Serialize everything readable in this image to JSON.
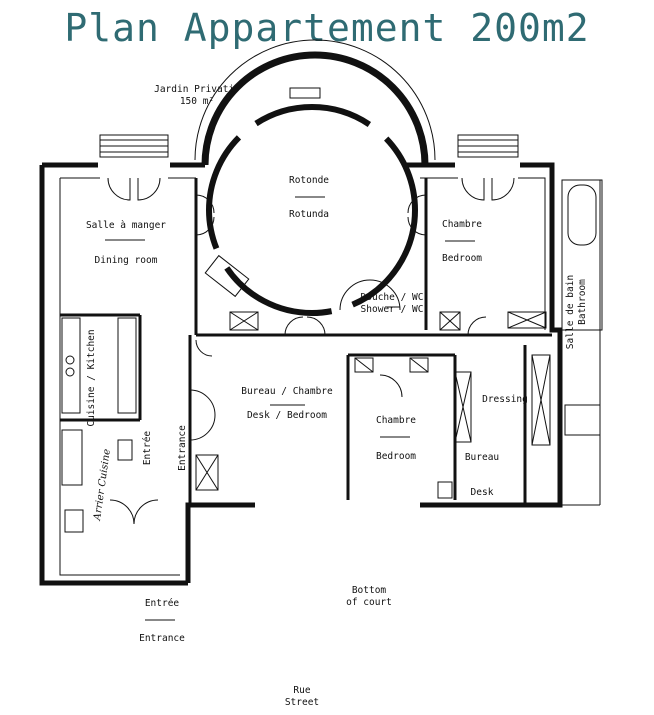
{
  "title": "Plan Appartement 200m2",
  "labels": {
    "jardin": "Jardin Privatif",
    "jardin_area": "150 m²",
    "rotonde": "Rotonde",
    "rotunda": "Rotunda",
    "salle_fr": "Salle à manger",
    "salle_en": "Dining room",
    "chambre1_fr": "Chambre",
    "chambre1_en": "Bedroom",
    "douche": "Douche / WC",
    "shower": "Shower / WC",
    "bain": "Salle de bain",
    "bathroom": "Bathroom",
    "cuisine": "Cuisine / Kitchen",
    "bureau_fr": "Bureau / Chambre",
    "bureau_en": "Desk / Bedroom",
    "entree1": "Entrée",
    "entrance1": "Entrance",
    "chambre2_fr": "Chambre",
    "chambre2_en": "Bedroom",
    "dressing": "Dressing",
    "bureau2": "Bureau",
    "desk2": "Desk",
    "arrier": "Arrier Cuisine",
    "bottom1": "Bottom",
    "bottom2": "of court",
    "entree2": "Entrée",
    "entrance2": "Entrance",
    "rue": "Rue",
    "street": "Street"
  }
}
